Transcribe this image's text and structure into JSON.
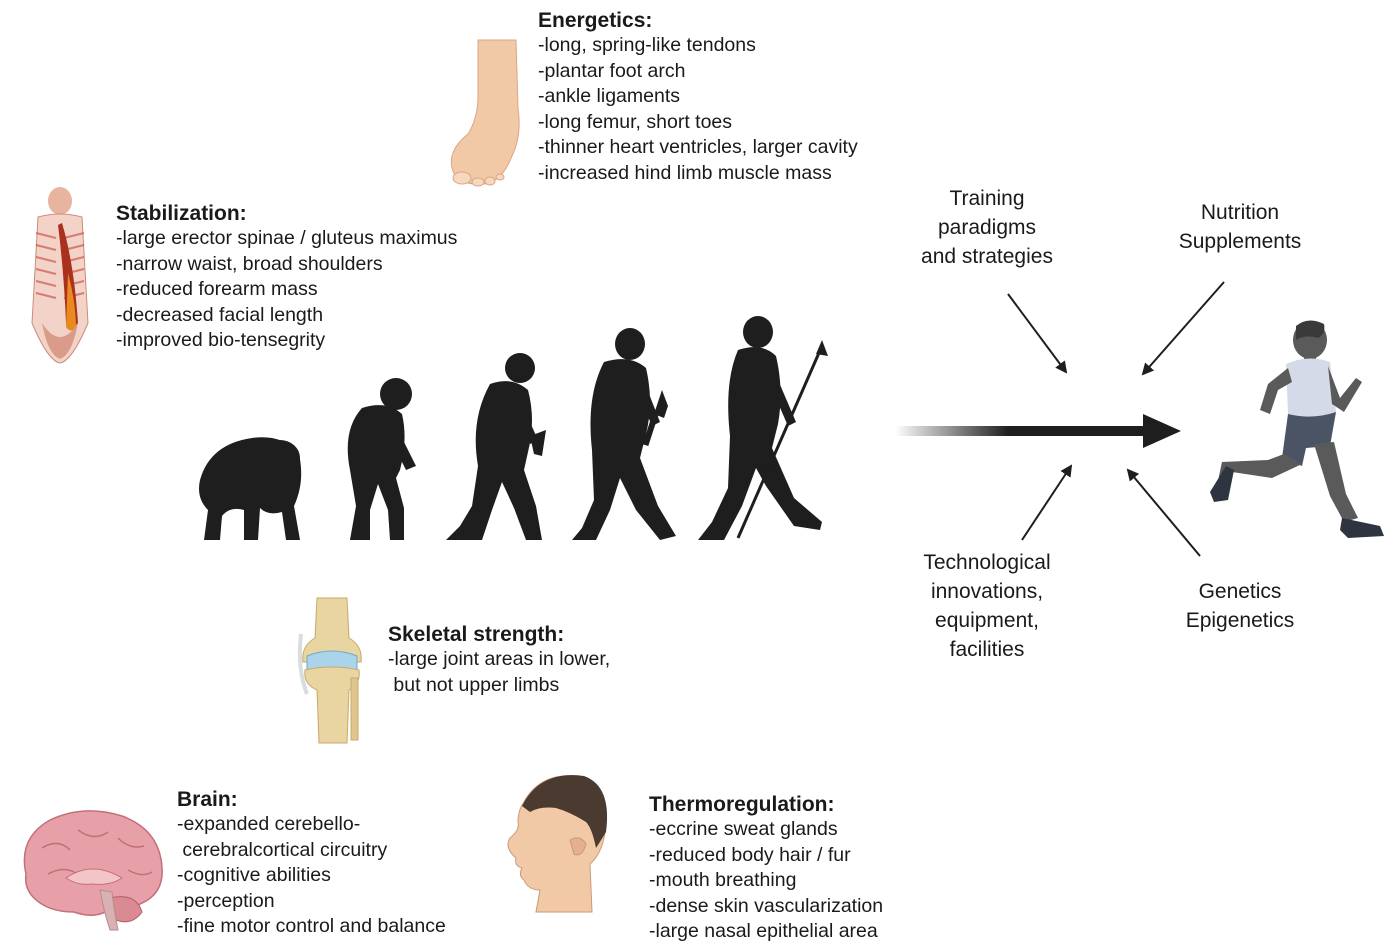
{
  "colors": {
    "silhouette": "#1e1e1e",
    "arrow": "#1e1e1e",
    "skin": "#f2c9a7",
    "muscle": "#c0392b",
    "brain": "#e8a0a8",
    "bone": "#e9d5a1",
    "cartilage": "#a9d4ea",
    "runner_shirt": "#d5dae8",
    "runner_shorts": "#4a5465",
    "runner_skin": "#5a5a5a"
  },
  "adaptations": {
    "energetics": {
      "title": "Energetics:",
      "icon": "foot-icon",
      "items": [
        "-long, spring-like tendons",
        "-plantar foot arch",
        "-ankle ligaments",
        "-long femur, short toes",
        "-thinner heart ventricles, larger cavity",
        "-increased hind limb muscle mass"
      ]
    },
    "stabilization": {
      "title": "Stabilization:",
      "icon": "spine-muscle-icon",
      "items": [
        "-large erector spinae / gluteus maximus",
        "-narrow waist, broad shoulders",
        "-reduced forearm mass",
        "-decreased facial length",
        "-improved bio-tensegrity"
      ]
    },
    "skeletal": {
      "title": "Skeletal strength:",
      "icon": "knee-joint-icon",
      "items": [
        "-large joint areas in lower,",
        " but not upper limbs"
      ]
    },
    "brain": {
      "title": "Brain:",
      "icon": "brain-icon",
      "items": [
        "-expanded cerebello-",
        " cerebralcortical circuitry",
        "-cognitive abilities",
        "-perception",
        "-fine motor control and balance"
      ]
    },
    "thermo": {
      "title": "Thermoregulation:",
      "icon": "human-head-icon",
      "items": [
        "-eccrine sweat glands",
        "-reduced body hair / fur",
        "-mouth breathing",
        "-dense skin vascularization",
        "-large nasal epithelial area"
      ]
    }
  },
  "evolution": {
    "stages": [
      "ape-silhouette",
      "early-hominin-silhouette",
      "archaic-hominin-silhouette",
      "homo-erectus-silhouette",
      "modern-human-silhouette"
    ]
  },
  "factors": {
    "training": "Training\nparadigms\nand strategies",
    "nutrition": "Nutrition\nSupplements",
    "technology": "Technological\ninnovations,\nequipment,\nfacilities",
    "genetics": "Genetics\nEpigenetics"
  },
  "runner": {
    "icon": "runner-icon"
  }
}
